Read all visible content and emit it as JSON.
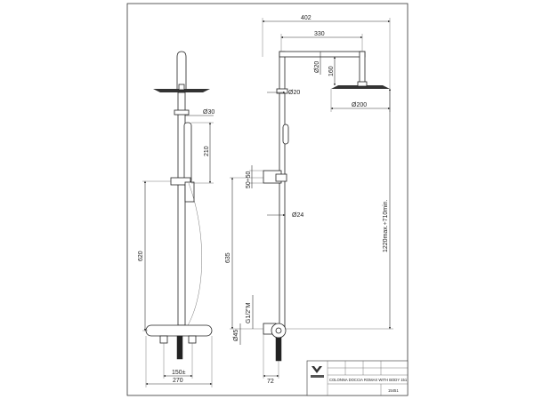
{
  "dimensions": {
    "head_width_total": "402",
    "arm_length": "330",
    "arm_tube_diameter": "Ø20",
    "head_drop": "160",
    "column_diameter": "Ø20",
    "head_diameter": "Ø200",
    "column_diameter_front": "Ø30",
    "handshower_length": "210",
    "bracket_height": "50÷50",
    "total_height": "1220max.÷710min.",
    "lower_tube_diameter": "Ø24",
    "mixer_to_bracket_front": "620",
    "mixer_to_bracket_side": "635",
    "inlet_thread": "G1/2\"M",
    "inlet_size": "Ø45",
    "wall_offset": "72",
    "inlet_spacing": "150±",
    "mixer_width": "270"
  },
  "title_block": {
    "description": "COLONNA DOCCIA ROMAX WITH BODY 151",
    "code": "15451"
  }
}
